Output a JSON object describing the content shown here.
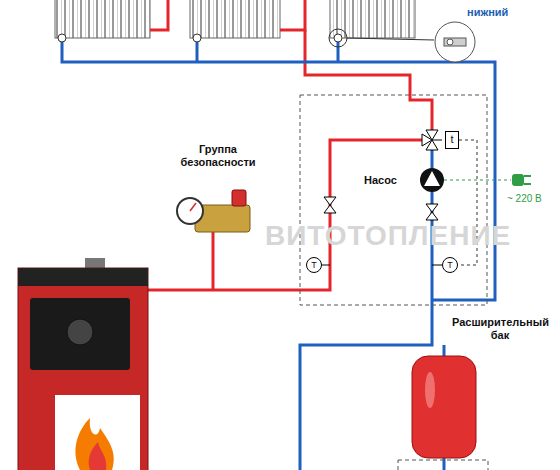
{
  "diagram": {
    "nodes": [
      {
        "text": [
          "Группа безопасности"
        ]
      },
      {
        "text": [
          "t"
        ]
      },
      {
        "text": [
          "Насос"
        ]
      },
      {
        "text": [
          "T"
        ]
      },
      {
        "text": [
          "T"
        ]
      },
      {
        "text": [
          "Расширительный бак"
        ]
      }
    ],
    "edges": [
      {
        "from": 1,
        "to": 4,
        "arrow": "none"
      }
    ],
    "labels": [
      "нижний",
      "~ 220 В",
      "ВИТОТОПЛЕНИЕ"
    ]
  }
}
